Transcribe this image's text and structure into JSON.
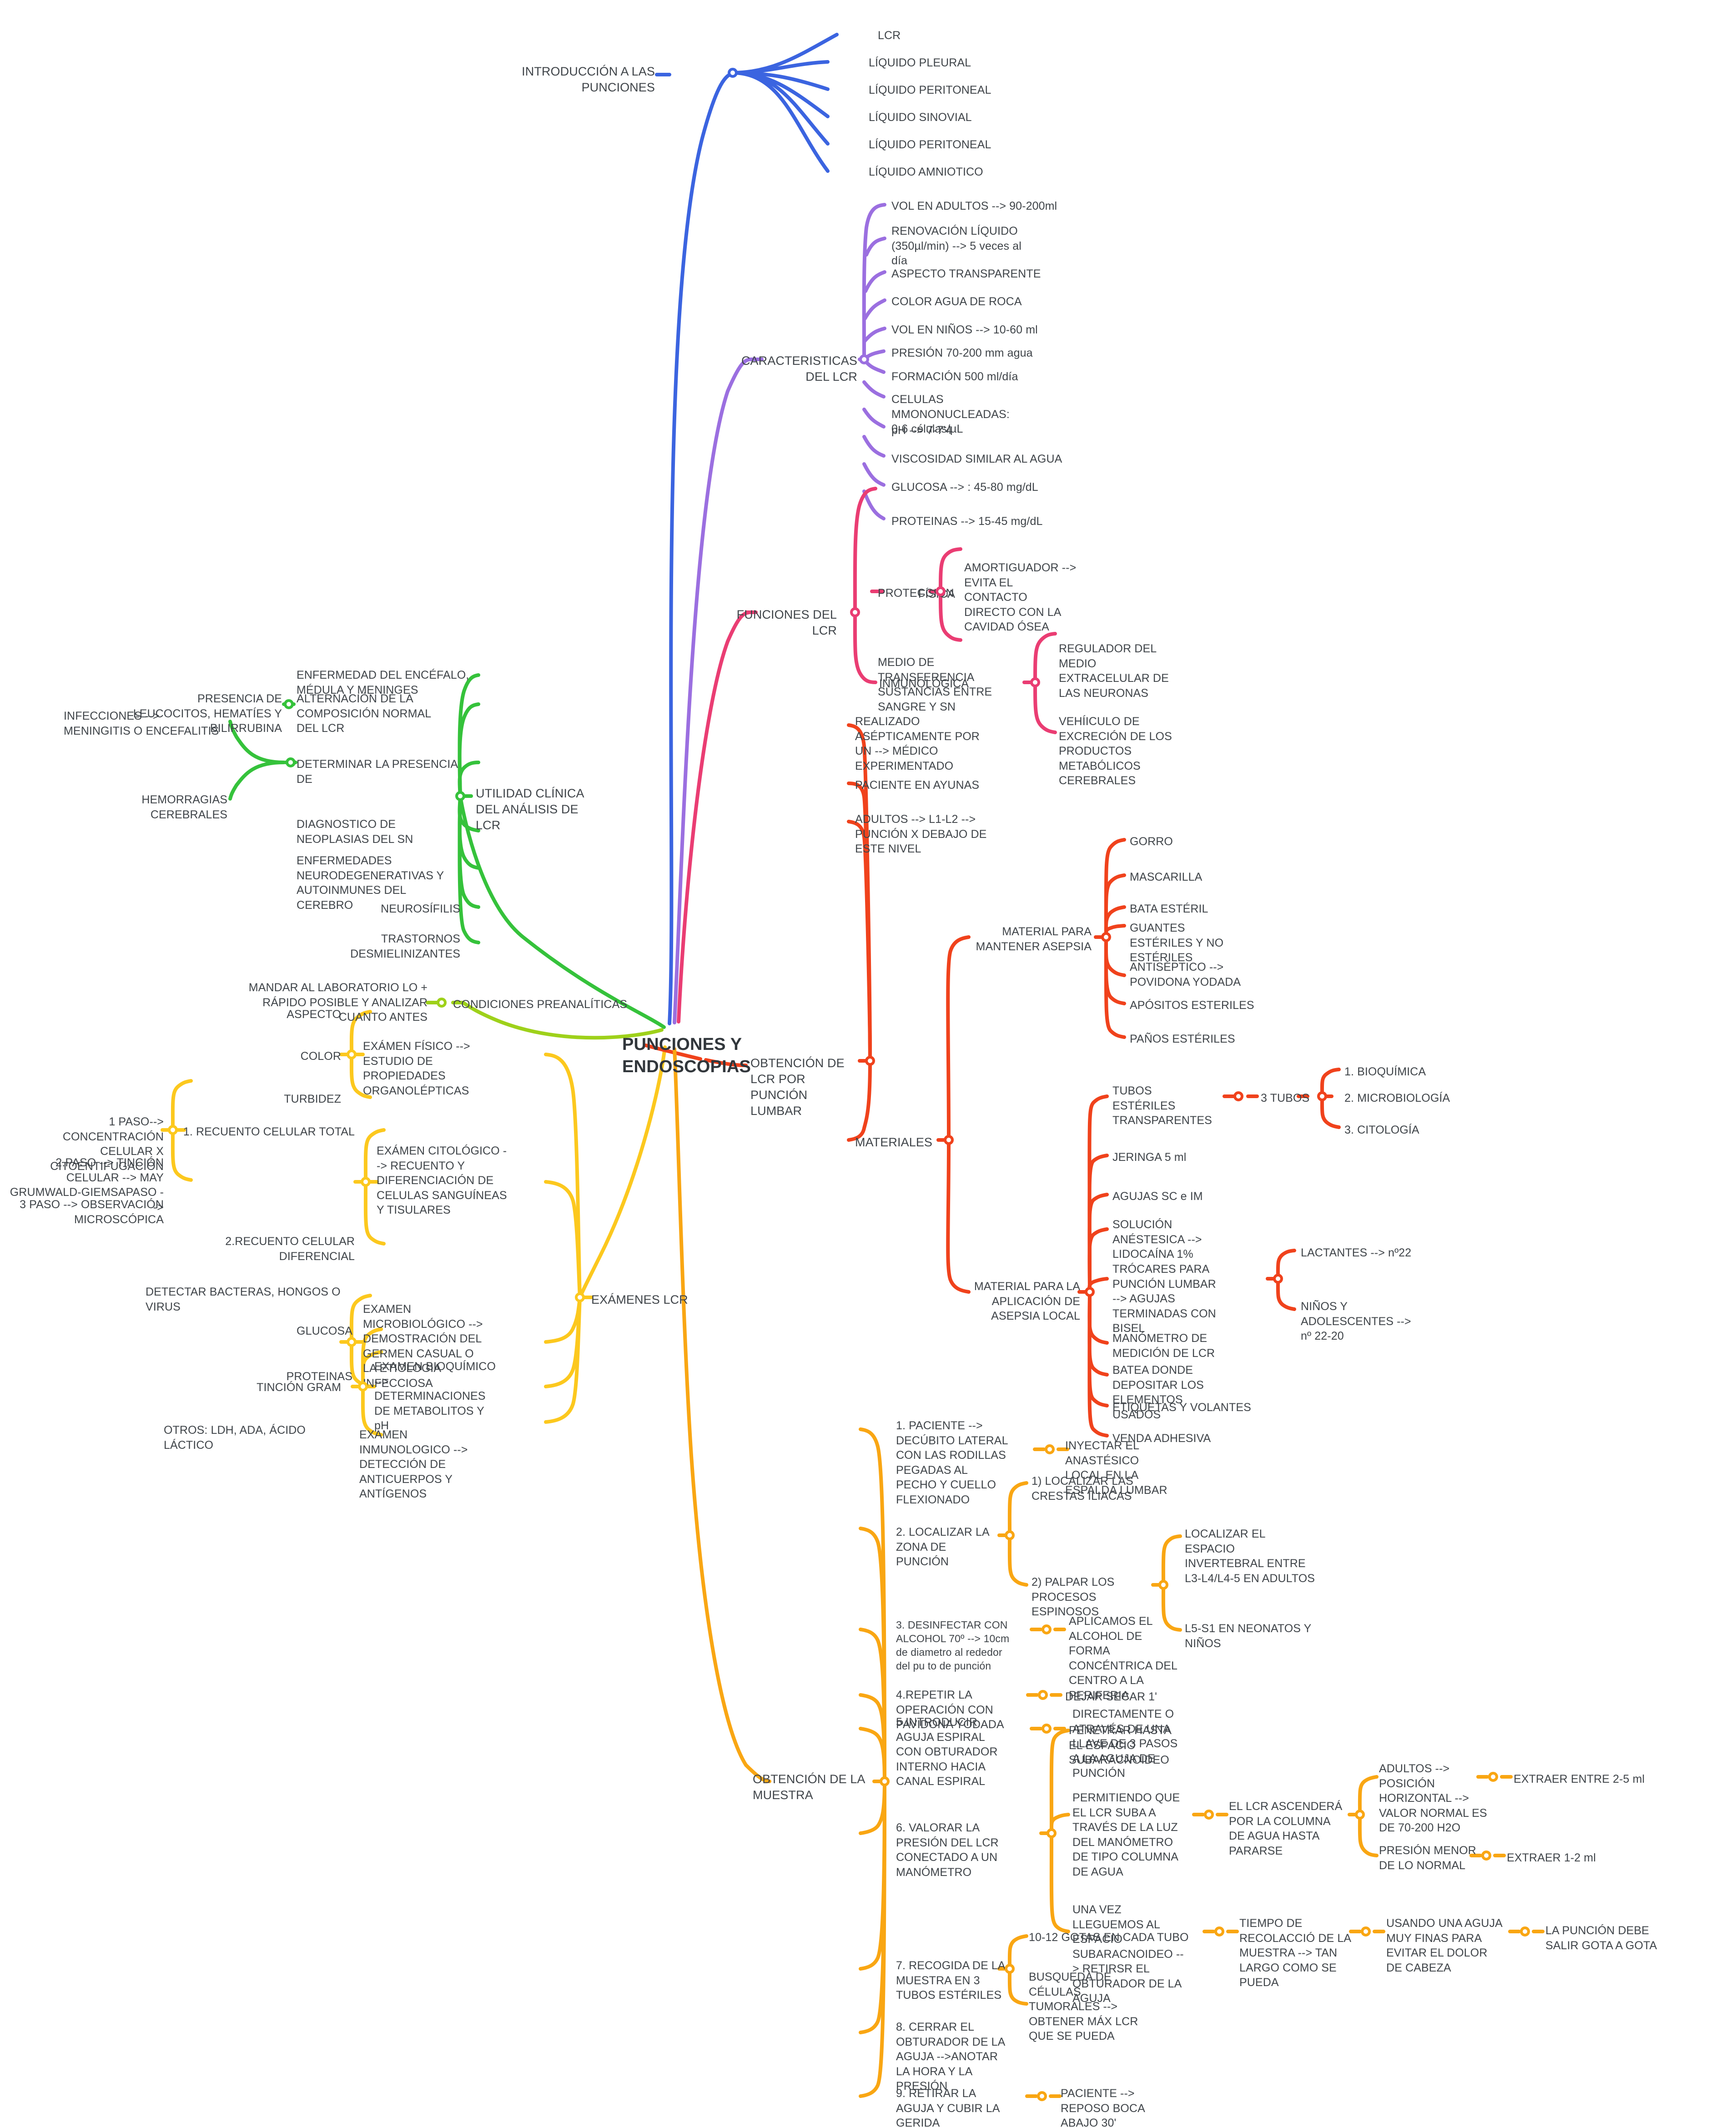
{
  "root": {
    "label": "PUNCIONES Y ENDOSCOPIAS"
  },
  "colors": {
    "blue": "#3b64e0",
    "purple": "#9b6fe0",
    "pink": "#ea3d73",
    "green": "#35c23b",
    "yellow_green": "#9ed11a",
    "red": "#f0421c",
    "yellow": "#fcc81e",
    "orange": "#f9a613",
    "text": "#3f4449"
  },
  "branches": [
    {
      "id": "introduccion",
      "color": "#3b64e0",
      "label": "INTRODUCCIÓN A LAS PUNCIONES",
      "children": [
        {
          "label": "LCR"
        },
        {
          "label": "LÍQUIDO PLEURAL"
        },
        {
          "label": "LÍQUIDO PERITONEAL"
        },
        {
          "label": "LÍQUIDO SINOVIAL"
        },
        {
          "label": "LÍQUIDO PERITONEAL"
        },
        {
          "label": "LÍQUIDO AMNIOTICO"
        }
      ]
    },
    {
      "id": "caracteristicas",
      "color": "#9b6fe0",
      "label": "CARACTERISTICAS DEL LCR",
      "children": [
        {
          "label": "VOL EN ADULTOS --> 90-200ml"
        },
        {
          "label": "RENOVACIÓN LÍQUIDO (350µl/min) --> 5 veces al día"
        },
        {
          "label": "ASPECTO TRANSPARENTE"
        },
        {
          "label": "COLOR AGUA DE ROCA"
        },
        {
          "label": "VOL EN NIÑOS --> 10-60 ml"
        },
        {
          "label": "PRESIÓN 70-200 mm agua"
        },
        {
          "label": "FORMACIÓN 500 ml/día"
        },
        {
          "label": "CELULAS MMONONUCLEADAS: 0-6 células/µL"
        },
        {
          "label": "pH --> 7-7'4"
        },
        {
          "label": "VISCOSIDAD SIMILAR AL AGUA"
        },
        {
          "label": "GLUCOSA --> : 45-80 mg/dL"
        },
        {
          "label": "PROTEINAS --> 15-45 mg/dL"
        }
      ]
    },
    {
      "id": "funciones",
      "color": "#ea3d73",
      "label": "FUNCIONES DEL LCR",
      "children": [
        {
          "label": "PROTECCIÓN",
          "children": [
            {
              "label": "FÍSICA",
              "children": [
                {
                  "label": "AMORTIGUADOR --> EVITA EL CONTACTO DIRECTO CON LA CAVIDAD ÓSEA"
                }
              ]
            },
            {
              "label": "INMUNOLÓGICA"
            }
          ]
        },
        {
          "label": "MEDIO DE TRANSFERENCIA SUSTANCIAS ENTRE SANGRE Y SN",
          "children": [
            {
              "label": "REGULADOR DEL MEDIO EXTRACELULAR DE LAS NEURONAS"
            },
            {
              "label": "VEHÍICULO DE EXCRECIÓN DE LOS PRODUCTOS METABÓLICOS CEREBRALES"
            }
          ]
        }
      ]
    },
    {
      "id": "utilidad",
      "color": "#35c23b",
      "label": "UTILIDAD CLÍNICA DEL ANÁLISIS DE LCR",
      "children": [
        {
          "label": "ENFERMEDAD DEL ENCÉFALO, MÉDULA Y MENINGES"
        },
        {
          "label": "ALTERNACIÓN DE LA COMPOSICIÓN NORMAL DEL LCR",
          "children": [
            {
              "label": "PRESENCIA DE LEUCOCITOS, HEMATÍES Y BILIRRUBINA"
            }
          ]
        },
        {
          "label": "DETERMINAR LA PRESENCIA DE",
          "children": [
            {
              "label": "INFECCIONES --> MENINGITIS O ENCEFALITIS"
            },
            {
              "label": "HEMORRAGIAS CEREBRALES"
            }
          ]
        },
        {
          "label": "DIAGNOSTICO DE NEOPLASIAS DEL SN"
        },
        {
          "label": "ENFERMEDADES NEURODEGENERATIVAS Y AUTOINMUNES DEL CEREBRO"
        },
        {
          "label": "NEUROSÍFILIS"
        },
        {
          "label": "TRASTORNOS DESMIELINIZANTES"
        }
      ]
    },
    {
      "id": "preanaliticas",
      "color": "#9ed11a",
      "label": "CONDICIONES PREANALÍTICAS",
      "children": [
        {
          "label": "MANDAR AL LABORATORIO LO + RÁPIDO POSIBLE Y ANALIZAR CUANTO ANTES"
        }
      ]
    },
    {
      "id": "examenes",
      "color": "#fcc81e",
      "label": "EXÁMENES LCR",
      "children": [
        {
          "label": "EXÁMEN FÍSICO --> ESTUDIO DE PROPIEDADES ORGANOLÉPTICAS",
          "children": [
            {
              "label": "ASPECTO"
            },
            {
              "label": "COLOR"
            },
            {
              "label": "TURBIDEZ"
            }
          ]
        },
        {
          "label": "EXÁMEN CITOLÓGICO --> RECUENTO Y DIFERENCIACIÓN DE CELULAS SANGUÍNEAS Y TISULARES",
          "children": [
            {
              "label": "1. RECUENTO CELULAR TOTAL",
              "children": [
                {
                  "label": "1 PASO--> CONCENTRACIÓN CELULAR X CITOENTIFUGACIÓN"
                },
                {
                  "label": "2.PASO --> TINCIÓN CELULAR --> MAY GRUMWALD-GIEMSAPASO -->"
                },
                {
                  "label": "3 PASO --> OBSERVACIÓN MICROSCÓPICA"
                }
              ]
            },
            {
              "label": "2.RECUENTO CELULAR DIFERENCIAL"
            }
          ]
        },
        {
          "label": "EXAMEN MICROBIOLÓGICO --> DEMOSTRACIÓN DEL GERMEN CASUAL O LA ETIOLOGIA INFECCIOSA",
          "children": [
            {
              "label": "DETECTAR BACTERAS, HONGOS O VIRUS"
            },
            {
              "label": "TINCIÓN GRAM"
            }
          ]
        },
        {
          "label": "EXAMEN BIOQUÍMICO --> DETERMINACIONES DE METABOLITOS Y pH",
          "children": [
            {
              "label": "GLUCOSA"
            },
            {
              "label": "PROTEINAS"
            },
            {
              "label": "OTROS:  LDH, ADA, ÁCIDO LÁCTICO"
            }
          ]
        },
        {
          "label": "EXAMEN INMUNOLOGICO --> DETECCIÓN DE ANTICUERPOS Y ANTÍGENOS"
        }
      ]
    },
    {
      "id": "obtencion_lcr",
      "color": "#f0421c",
      "label": "OBTENCIÓN DE LCR POR PUNCIÓN LUMBAR",
      "children": [
        {
          "label": "REALIZADO ASÉPTICAMENTE POR UN --> MÉDICO EXPERIMENTADO"
        },
        {
          "label": "PACIENTE EN AYUNAS"
        },
        {
          "label": "ADULTOS --> L1-L2 --> PUNCIÓN X DEBAJO DE ESTE NIVEL"
        },
        {
          "label": "MATERIALES",
          "children": [
            {
              "label": "MATERIAL PARA MANTENER ASEPSIA",
              "children": [
                {
                  "label": "GORRO"
                },
                {
                  "label": "MASCARILLA"
                },
                {
                  "label": "BATA ESTÉRIL"
                },
                {
                  "label": "GUANTES ESTÉRILES Y NO ESTÉRILES"
                },
                {
                  "label": "ANTISÉPTICO --> POVIDONA YODADA"
                },
                {
                  "label": "APÓSITOS ESTERILES"
                },
                {
                  "label": "PAÑOS ESTÉRILES"
                }
              ]
            },
            {
              "label": "MATERIAL PARA LA APLICACIÓN DE ASEPSIA LOCAL",
              "children": [
                {
                  "label": "TUBOS ESTÉRILES TRANSPARENTES",
                  "children": [
                    {
                      "label": "3 TUBOS",
                      "children": [
                        {
                          "label": "1. BIOQUÍMICA"
                        },
                        {
                          "label": "2. MICROBIOLOGÍA"
                        },
                        {
                          "label": "3. CITOLOGÍA"
                        }
                      ]
                    }
                  ]
                },
                {
                  "label": "JERINGA 5 ml"
                },
                {
                  "label": "AGUJAS SC e IM"
                },
                {
                  "label": "SOLUCIÓN ANÉSTESICA --> LIDOCAÍNA 1%"
                },
                {
                  "label": "TRÓCARES PARA PUNCIÓN LUMBAR --> AGUJAS TERMINADAS CON BISEL",
                  "children": [
                    {
                      "label": "LACTANTES --> nº22"
                    },
                    {
                      "label": "NIÑOS Y ADOLESCENTES --> nº 22-20"
                    }
                  ]
                },
                {
                  "label": "MANÓMETRO DE MEDICIÓN DE LCR"
                },
                {
                  "label": "BATEA DONDE DEPOSITAR LOS ELEMENTOS USADOS"
                },
                {
                  "label": "ETIQUETAS Y VOLANTES"
                },
                {
                  "label": "VENDA ADHESIVA"
                }
              ]
            }
          ]
        }
      ]
    },
    {
      "id": "obtencion_muestra",
      "color": "#f9a613",
      "label": "OBTENCIÓN DE LA MUESTRA",
      "children": [
        {
          "label": "1. PACIENTE --> DECÚBITO LATERAL CON LAS RODILLAS PEGADAS AL PECHO Y CUELLO FLEXIONADO",
          "children": [
            {
              "label": "INYECTAR EL ANASTÉSICO LOCAL EN LA ESPALDA LUMBAR"
            }
          ]
        },
        {
          "label": "2. LOCALIZAR LA ZONA DE PUNCIÓN",
          "children": [
            {
              "label": "1) LOCALIZAR LAS CRESTAS ILIACAS"
            },
            {
              "label": "2) PALPAR LOS PROCESOS ESPINOSOS",
              "children": [
                {
                  "label": "LOCALIZAR EL ESPACIO INVERTEBRAL ENTRE L3-L4/L4-5 EN ADULTOS"
                },
                {
                  "label": "L5-S1 EN NEONATOS Y NIÑOS"
                }
              ]
            }
          ]
        },
        {
          "label": "3. DESINFECTAR CON ALCOHOL 70º --> 10cm de diametro al rededor del pu to de punción",
          "children": [
            {
              "label": "APLICAMOS EL ALCOHOL DE FORMA CONCÉNTRICA DEL CENTRO A LA PERIFERIA"
            }
          ]
        },
        {
          "label": "4.REPETIR LA OPERACIÓN CON PAVIDONA YODADA",
          "children": [
            {
              "label": "DEJAR SECAR 1'"
            }
          ]
        },
        {
          "label": "5.INTRODUCIR AGUJA ESPIRAL CON OBTURADOR INTERNO HACIA CANAL ESPIRAL",
          "children": [
            {
              "label": "PENETRAR HASTA EL ESPACIO SUBARACNOIDEO"
            }
          ]
        },
        {
          "label": "6. VALORAR LA PRESIÓN DEL LCR CONECTADO A UN MANÓMETRO",
          "children": [
            {
              "label": "DIRECTAMENTE O ATRAVÉS DE UNA LLAVE DE 3 PASOS A LA AGUJA DE PUNCIÓN"
            },
            {
              "label": "PERMITIENDO QUE EL LCR SUBA A TRAVÉS DE LA LUZ DEL MANÓMETRO DE TIPO COLUMNA DE AGUA",
              "children": [
                {
                  "label": "EL LCR ASCENDERÁ POR LA COLUMNA DE AGUA HASTA PARARSE",
                  "children": [
                    {
                      "label": "ADULTOS --> POSICIÓN HORIZONTAL --> VALOR NORMAL ES DE 70-200 H2O",
                      "children": [
                        {
                          "label": "EXTRAER ENTRE 2-5 ml"
                        }
                      ]
                    },
                    {
                      "label": "PRESIÓN MENOR DE LO NORMAL",
                      "children": [
                        {
                          "label": "EXTRAER 1-2 ml"
                        }
                      ]
                    }
                  ]
                }
              ]
            },
            {
              "label": "UNA VEZ LLEGUEMOS AL ESPACIO SUBARACNOIDEO --> RETIRSR EL OBTURADOR DE LA AGUJA",
              "children": [
                {
                  "label": "TIEMPO DE RECOLACCIÓ DE LA MUESTRA --> TAN LARGO COMO SE PUEDA",
                  "children": [
                    {
                      "label": "USANDO UNA AGUJA MUY FINAS PARA EVITAR EL DOLOR DE CABEZA",
                      "children": [
                        {
                          "label": "LA PUNCIÓN DEBE SALIR GOTA A GOTA"
                        }
                      ]
                    }
                  ]
                }
              ]
            }
          ]
        },
        {
          "label": "7. RECOGIDA DE LA MUESTRA EN 3 TUBOS ESTÉRILES",
          "children": [
            {
              "label": "10-12 GOTAS EN CADA TUBO"
            },
            {
              "label": "BUSQUEDA DE CÉLULAS TUMORALES --> OBTENER MÁX LCR QUE SE PUEDA"
            }
          ]
        },
        {
          "label": "8. CERRAR EL OBTURADOR DE LA AGUJA -->ANOTAR LA HORA Y LA PRESIÓN"
        },
        {
          "label": "9. RETIRAR LA AGUJA Y CUBIR LA GERIDA",
          "children": [
            {
              "label": "PACIENTE --> REPOSO BOCA ABAJO 30'"
            }
          ]
        }
      ]
    }
  ]
}
